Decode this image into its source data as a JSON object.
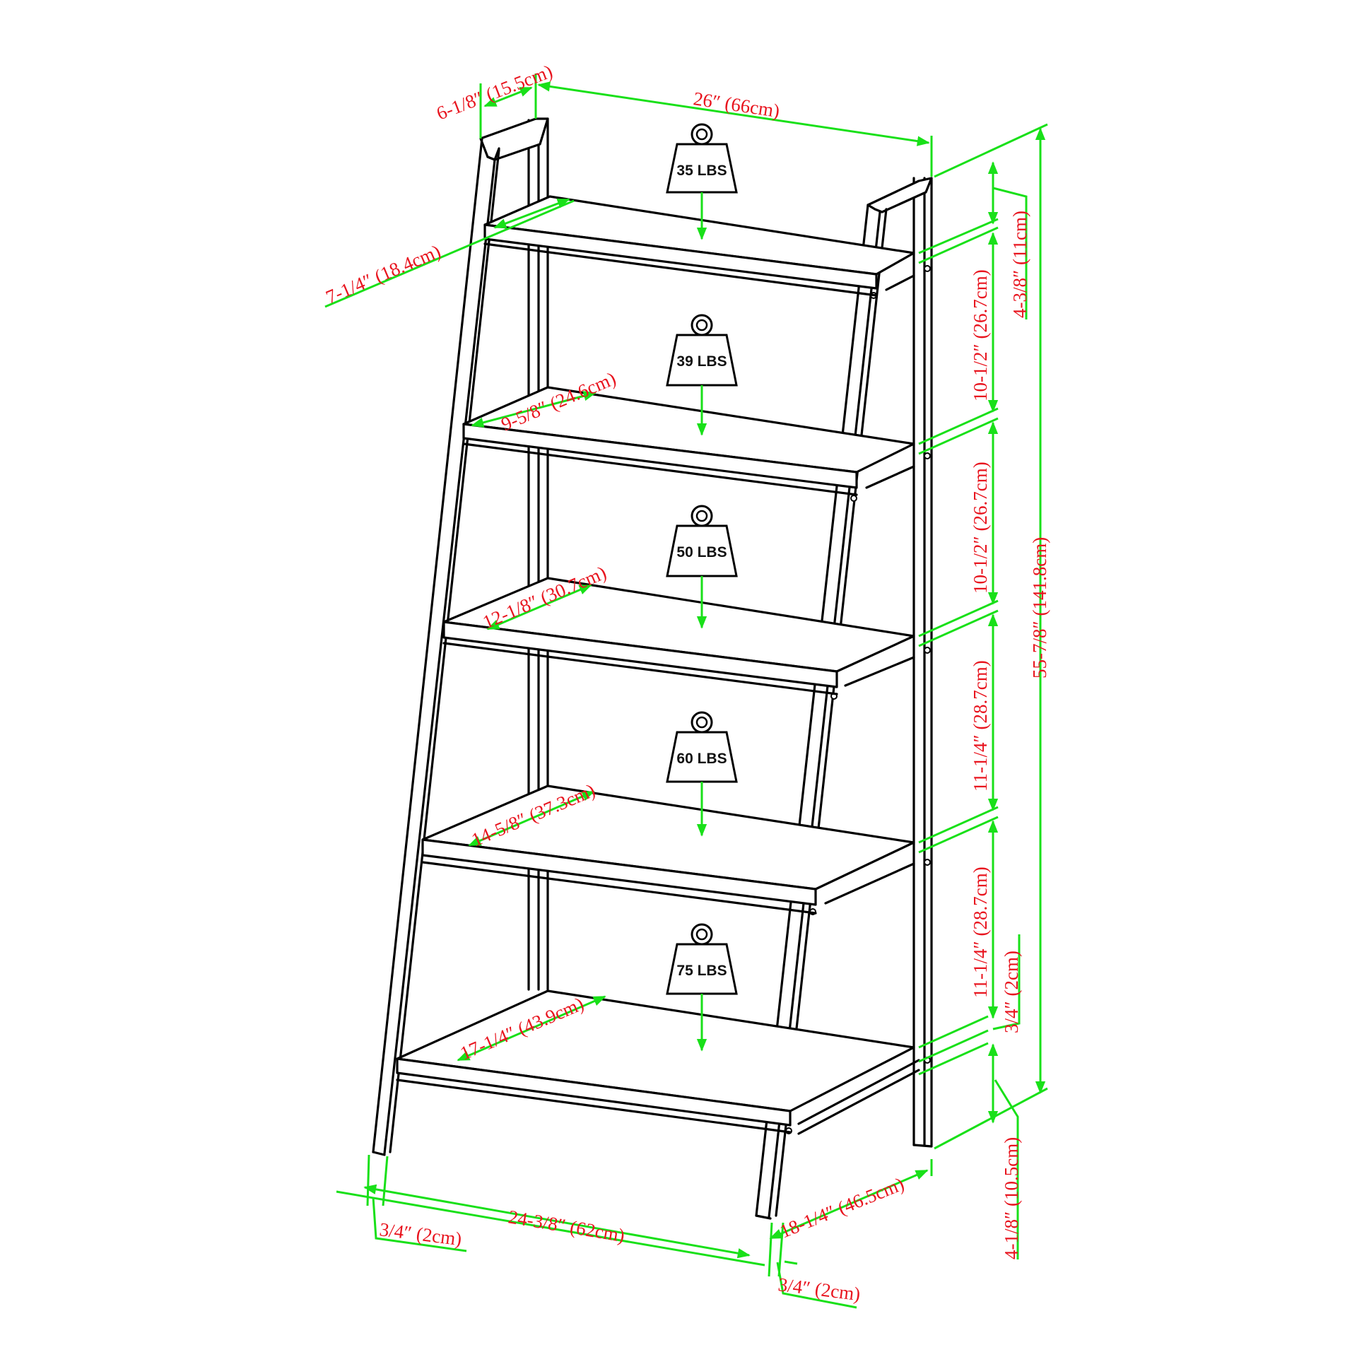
{
  "diagram": {
    "type": "furniture-dimension-drawing",
    "subject": "5-tier ladder bookshelf",
    "colors": {
      "line": "#000000",
      "dimension_line": "#19e019",
      "dimension_text": "#e8141e",
      "background": "#ffffff"
    }
  },
  "overall": {
    "width": "26″ (66cm)",
    "height": "55-7/8″ (141.8cm)",
    "depth_base": "18-1/4″ (46.5cm)",
    "base_width": "24-3/8″ (62cm)",
    "top_depth": "6-1/8″ (15.5cm)"
  },
  "shelves": [
    {
      "tier": 1,
      "depth": "7-1/4″ (18.4cm)",
      "load": "35 LBS"
    },
    {
      "tier": 2,
      "depth": "9-5/8″ (24.6cm)",
      "load": "39 LBS"
    },
    {
      "tier": 3,
      "depth": "12-1/8″ (30.7cm)",
      "load": "50 LBS"
    },
    {
      "tier": 4,
      "depth": "14-5/8″ (37.3cm)",
      "load": "60 LBS"
    },
    {
      "tier": 5,
      "depth": "17-1/4″ (43.9cm)",
      "load": "75 LBS"
    }
  ],
  "vertical_spacing": {
    "top_to_shelf1": "4-3/8″ (11cm)",
    "shelf1_to_shelf2": "10-1/2″ (26.7cm)",
    "shelf2_to_shelf3": "10-1/2″ (26.7cm)",
    "shelf3_to_shelf4": "11-1/4″ (28.7cm)",
    "shelf4_to_shelf5": "11-1/4″ (28.7cm)",
    "shelf_thickness": "3/4″ (2cm)",
    "floor_clearance": "4-1/8″ (10.5cm)"
  },
  "legs": {
    "front_left_thickness": "3/4″ (2cm)",
    "front_right_thickness": "3/4″ (2cm)"
  }
}
